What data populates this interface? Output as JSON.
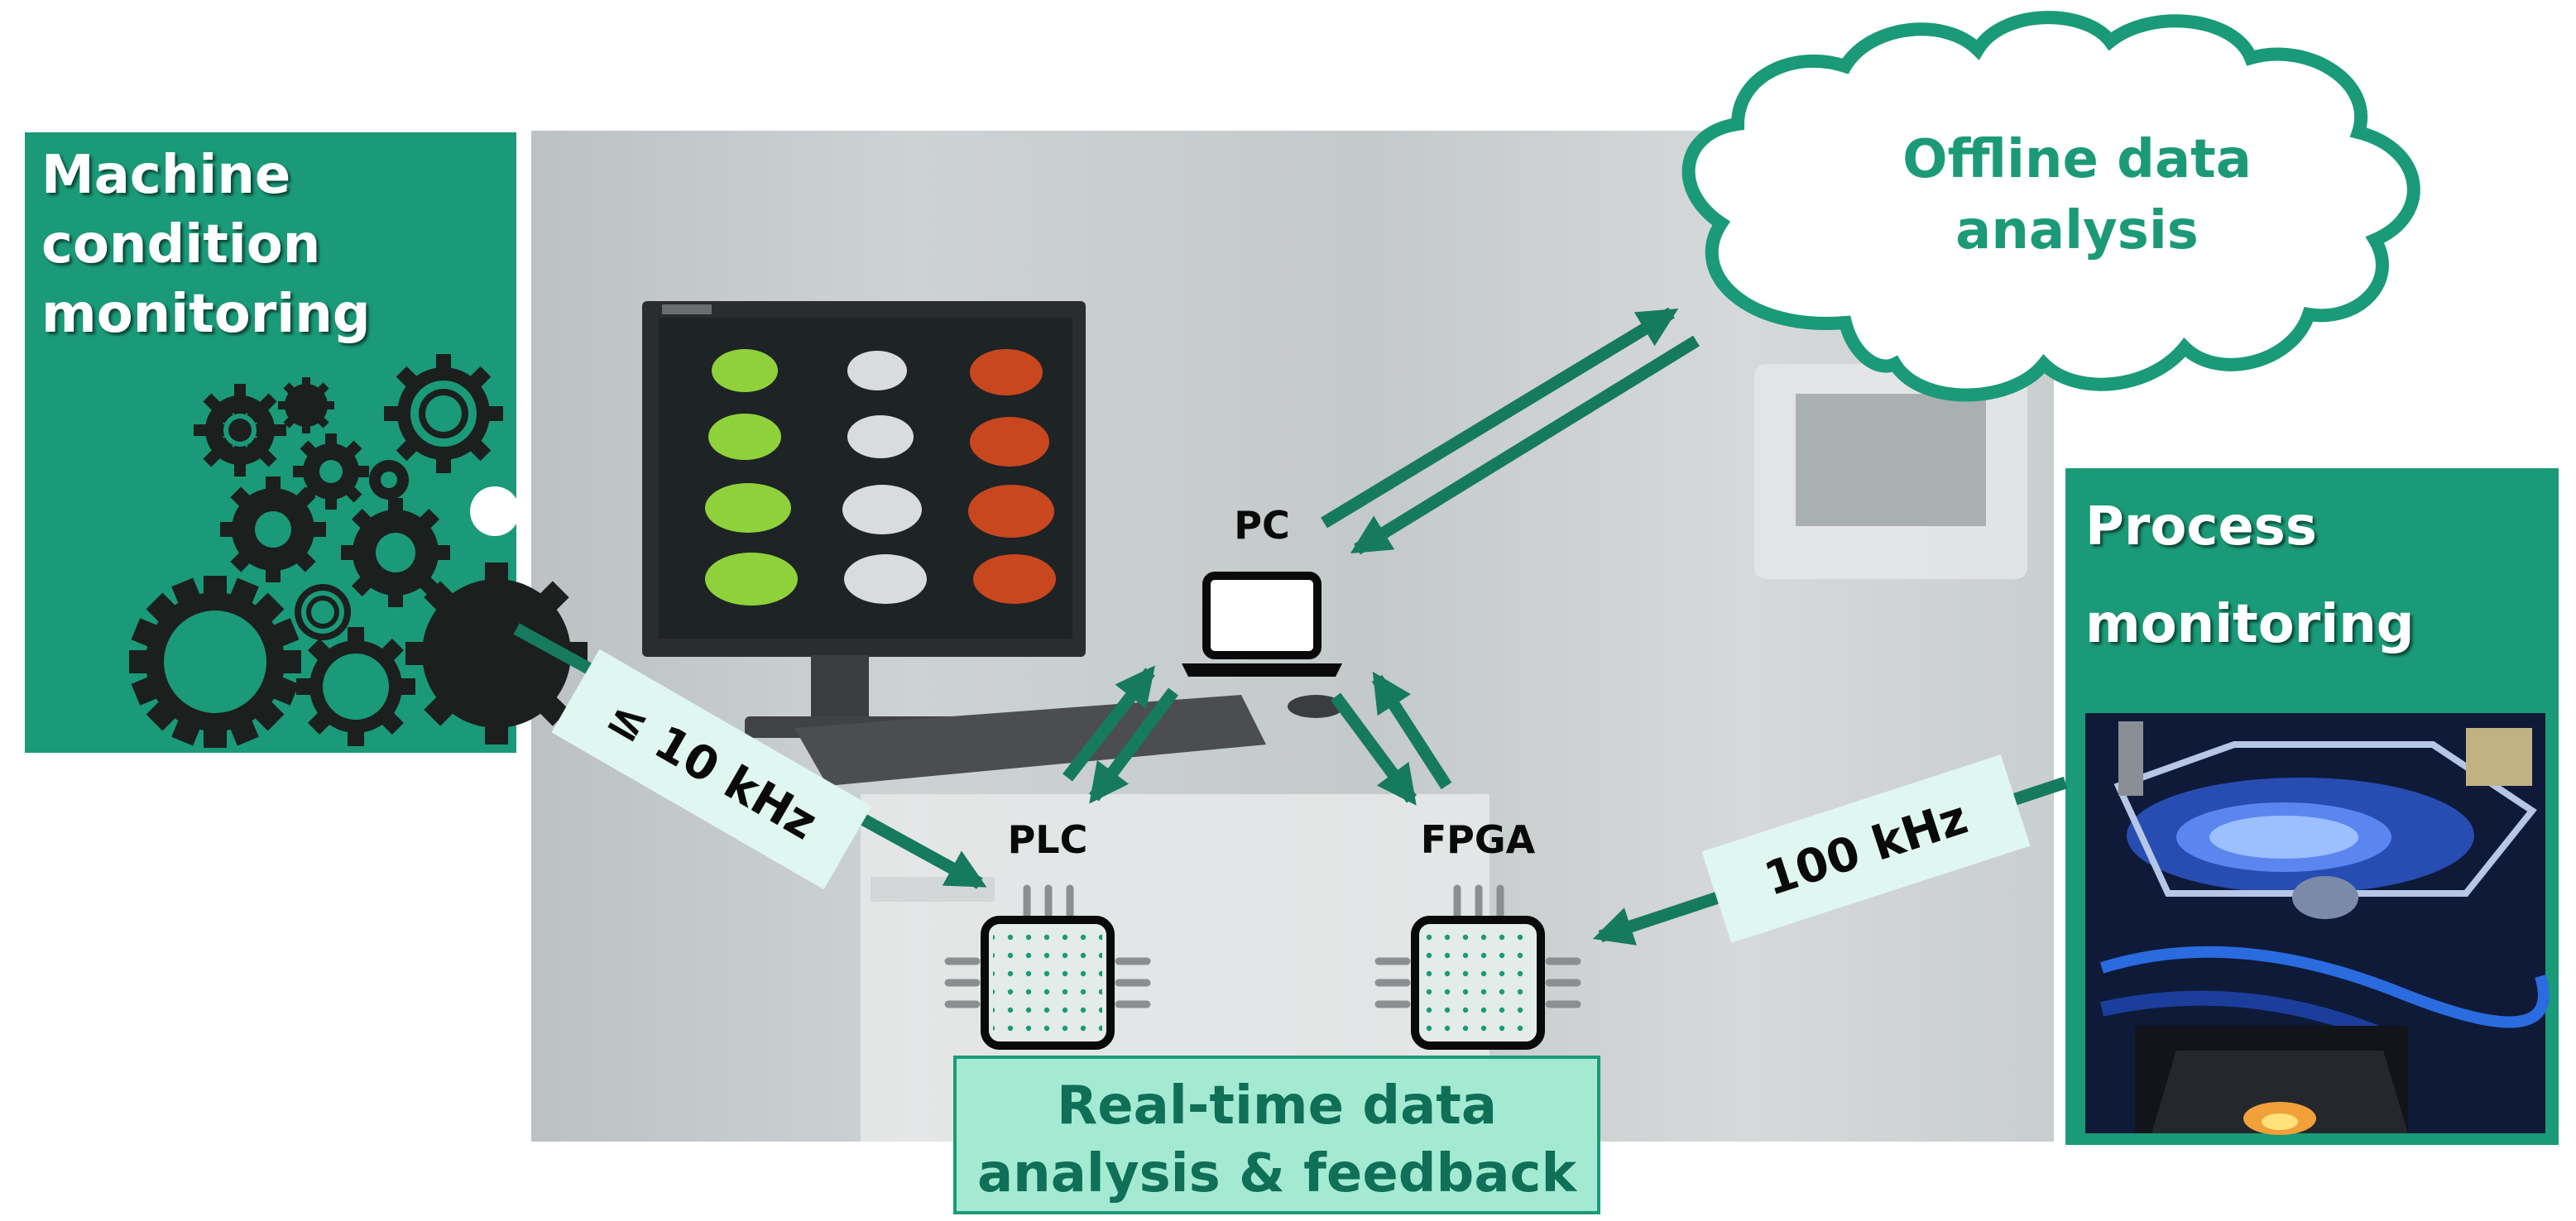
{
  "machine_panel": {
    "title_lines": [
      "Machine",
      "condition",
      "monitoring"
    ]
  },
  "process_panel": {
    "title_lines": [
      "Process",
      "monitoring"
    ]
  },
  "cloud": {
    "label_lines": [
      "Offline data",
      "analysis"
    ]
  },
  "nodes": {
    "pc": "PC",
    "plc": "PLC",
    "fpga": "FPGA"
  },
  "rates": {
    "machine_rate": "≤ 10 kHz",
    "process_rate": "100 kHz"
  },
  "realtime_box": {
    "label_lines": [
      "Real-time data",
      "analysis & feedback"
    ]
  },
  "colors": {
    "accent": "#1a9a78",
    "accent_dark": "#167a5e",
    "label_bg": "#dff7f0",
    "box_bg": "#a4ead2"
  }
}
